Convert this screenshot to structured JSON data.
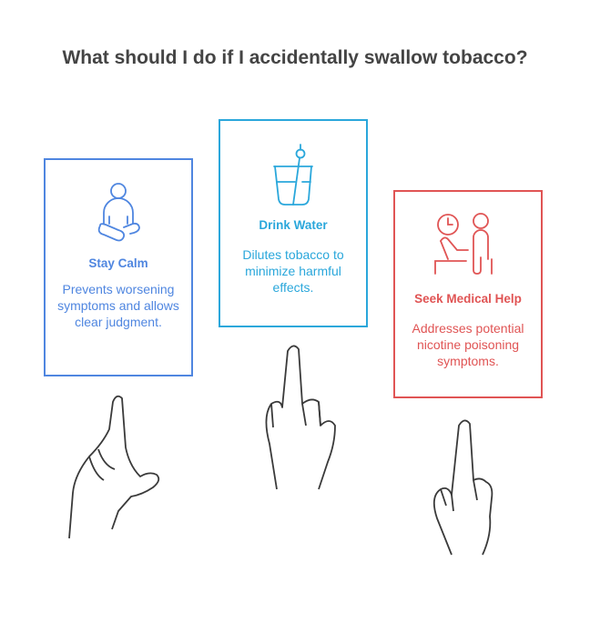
{
  "title": "What should I do if I accidentally swallow tobacco?",
  "colors": {
    "calm": "#4f86e0",
    "water": "#2aa7db",
    "medical": "#e05454",
    "title": "#444444"
  },
  "cards": [
    {
      "icon": "meditation-person-icon",
      "heading": "Stay Calm",
      "description": "Prevents worsening symptoms and allows clear judgment."
    },
    {
      "icon": "glass-of-water-icon",
      "heading": "Drink Water",
      "description": "Dilutes tobacco to minimize harmful effects."
    },
    {
      "icon": "doctor-patient-icon",
      "heading": "Seek Medical Help",
      "description": "Addresses potential nicotine poisoning symptoms."
    }
  ]
}
